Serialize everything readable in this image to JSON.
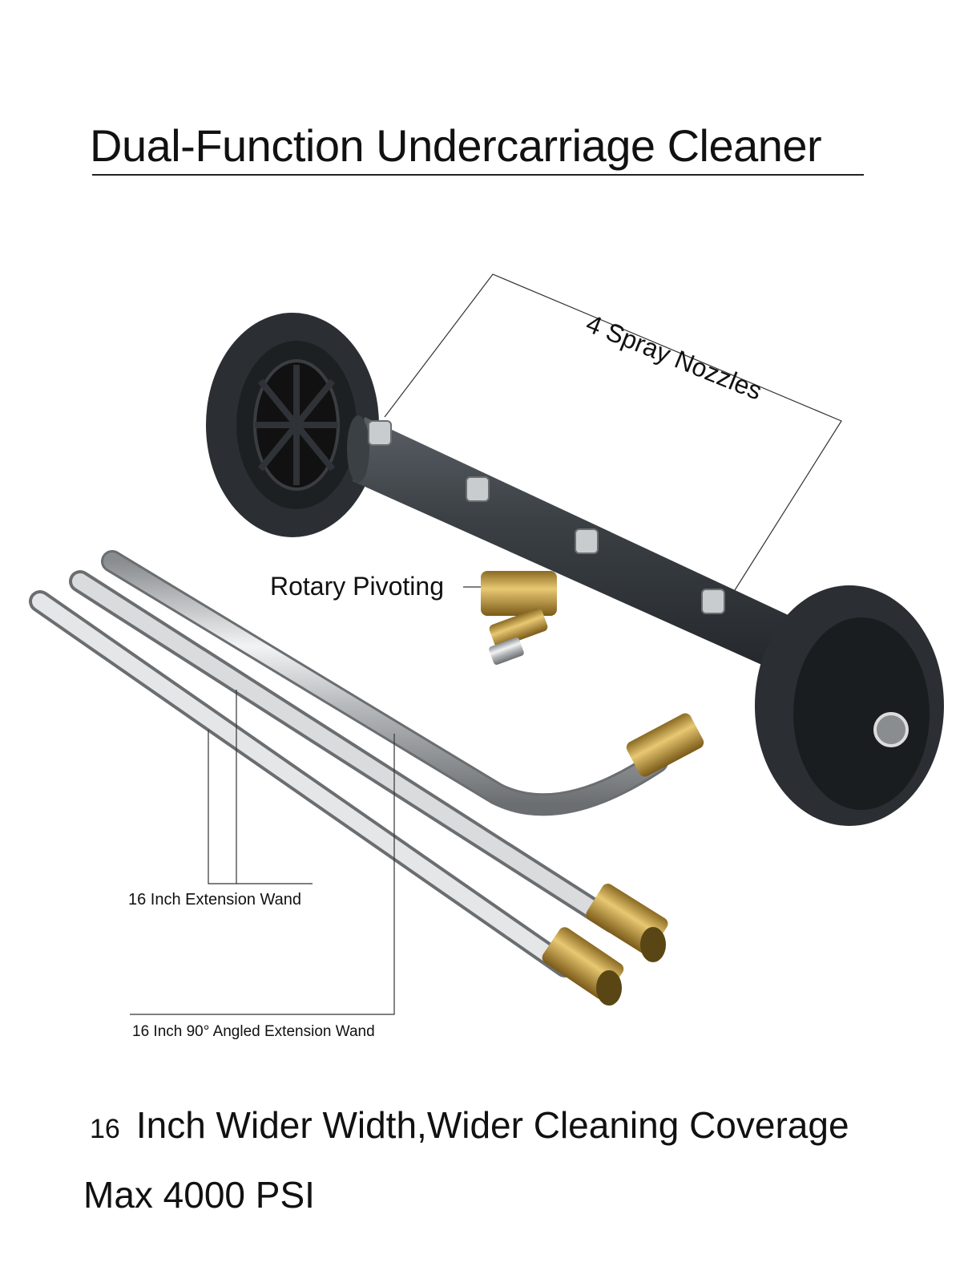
{
  "title": "Dual-Function Undercarriage Cleaner",
  "callouts": {
    "spray_nozzles": "4  Spray Nozzles",
    "rotary_pivoting": "Rotary Pivoting",
    "wand_straight": "16 Inch Extension Wand",
    "wand_angled": "16 Inch 90° Angled Extension Wand"
  },
  "footer": {
    "width_number": "16",
    "width_text": "Inch Wider Width,Wider Cleaning Coverage",
    "max_psi": "Max 4000 PSI"
  },
  "colors": {
    "background": "#ffffff",
    "tube_dark": "#3a3e42",
    "wheel": "#2b2f33",
    "steel": "#c4c7ca",
    "brass": "#c8a24a"
  }
}
